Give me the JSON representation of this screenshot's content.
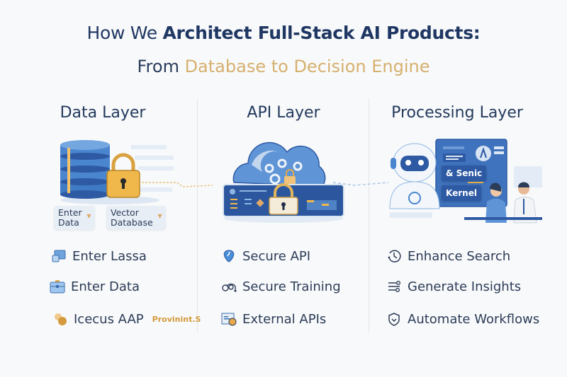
{
  "header": {
    "title_light": "How We ",
    "title_bold": "Architect Full-Stack AI Products:",
    "subtitle_plain": "From ",
    "subtitle_accent": "Database to Decision Engine"
  },
  "colors": {
    "navy": "#1f3763",
    "gold": "#d6b06f",
    "blue": "#3f7ac4",
    "lock": "#f0b84b"
  },
  "columns": [
    {
      "title": "Data Layer",
      "illustration": "database-with-lock",
      "chips": [
        {
          "line1": "Enter",
          "line2": "Data"
        },
        {
          "line1": "Vector",
          "line2": "Database"
        }
      ],
      "items": [
        {
          "icon": "laptop-icon",
          "label": "Enter Lassa"
        },
        {
          "icon": "briefcase-icon",
          "label": "Enter Data"
        },
        {
          "icon": "link-icon",
          "label": "Icecus AAP",
          "brand": "Provinint.S"
        }
      ]
    },
    {
      "title": "API Layer",
      "illustration": "cloud-server-with-lock",
      "items": [
        {
          "icon": "shield-icon",
          "label": "Secure API"
        },
        {
          "icon": "people-icon",
          "label": "Secure Training"
        },
        {
          "icon": "document-chart-icon",
          "label": "External APIs"
        }
      ]
    },
    {
      "title": "Processing Layer",
      "illustration": "robot-and-team",
      "tags": [
        "& Senic",
        "Kernel"
      ],
      "items": [
        {
          "icon": "history-icon",
          "label": "Enhance Search"
        },
        {
          "icon": "sliders-icon",
          "label": "Generate Insights"
        },
        {
          "icon": "shield-check-icon",
          "label": "Automate Workflows"
        }
      ]
    }
  ]
}
